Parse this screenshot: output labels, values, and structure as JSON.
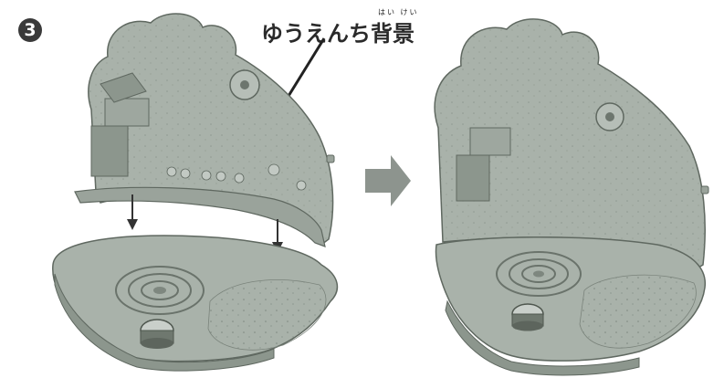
{
  "step": {
    "number": "3"
  },
  "callout": {
    "label": "ゆうえんち背景",
    "ruby": "はい けい"
  },
  "colors": {
    "toy_fill": "#a9b2aa",
    "toy_shadow": "#8c968d",
    "toy_outline": "#5f6860",
    "arrow": "#8d948e",
    "text": "#2a2a2a"
  },
  "icons": {
    "step_badge": "circled-number",
    "transition_arrow": "right-arrow",
    "insert_arrows": "down-arrow"
  }
}
